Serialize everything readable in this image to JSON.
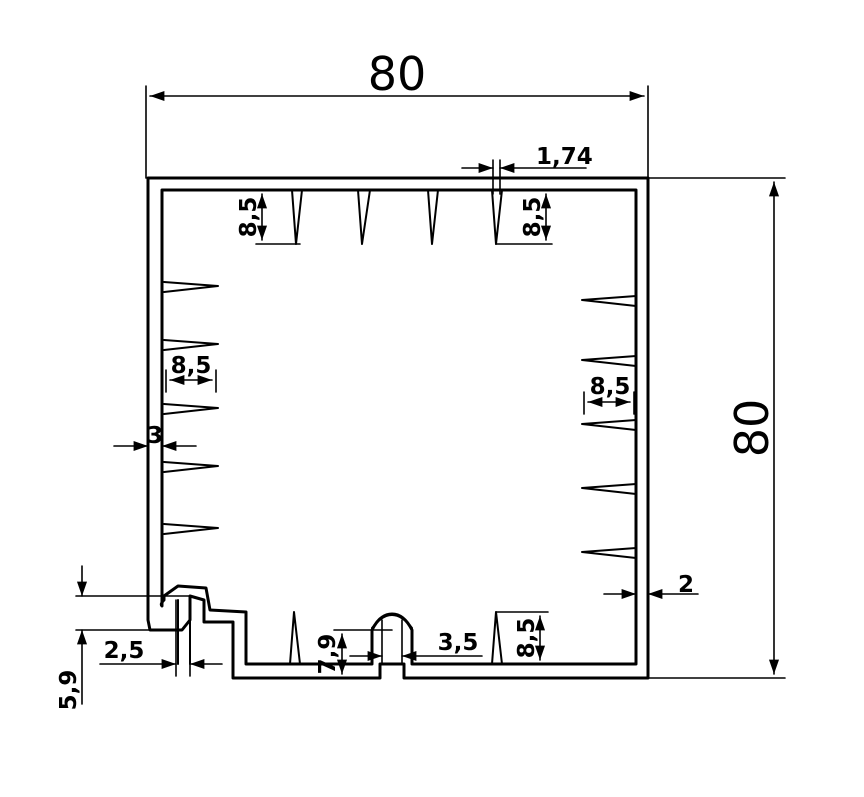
{
  "dimensions": {
    "overall_width": "80",
    "overall_height": "80",
    "groove_gap": "1,74",
    "fin_depth_top_left": "8,5",
    "fin_depth_top_right": "8,5",
    "fin_depth_left": "8,5",
    "fin_depth_right": "8,5",
    "wall_left": "3",
    "wall_right": "2",
    "foot_width": "2,5",
    "foot_height": "5,9",
    "slot_height": "7,9",
    "slot_width": "3,5",
    "fin_depth_bottom_right": "8,5"
  }
}
